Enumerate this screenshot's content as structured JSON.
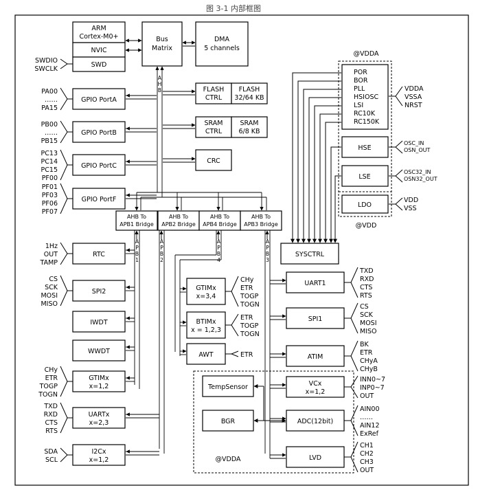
{
  "caption": "图 3-1    内部框图",
  "core": {
    "arm": [
      "ARM",
      "Cortex-M0+"
    ],
    "nvic": "NVIC",
    "swd": "SWD"
  },
  "swd_pins": [
    "SWDIO",
    "SWCLK"
  ],
  "bus_matrix": [
    "Bus",
    "Matrix"
  ],
  "dma": [
    "DMA",
    "5 channels"
  ],
  "ahb_label": [
    "A",
    "H",
    "B"
  ],
  "gpio": [
    {
      "label": "GPIO PortA",
      "pins": [
        "PA00",
        "……",
        "PA15"
      ]
    },
    {
      "label": "GPIO PortB",
      "pins": [
        "PB00",
        "……",
        "PB15"
      ]
    },
    {
      "label": "GPIO PortC",
      "pins": [
        "PC13",
        "PC14",
        "PC15",
        "PF00"
      ]
    },
    {
      "label": "GPIO PortF",
      "pins": [
        "PF01",
        "PF03",
        "PF06",
        "PF07"
      ]
    }
  ],
  "flash": {
    "ctrl": [
      "FLASH",
      "CTRL"
    ],
    "mem": [
      "FLASH",
      "32/64 KB"
    ]
  },
  "sram": {
    "ctrl": [
      "SRAM",
      "CTRL"
    ],
    "mem": [
      "SRAM",
      "6/8 KB"
    ]
  },
  "crc": "CRC",
  "bridges": [
    [
      "AHB To",
      "APB1 Bridge"
    ],
    [
      "AHB To",
      "APB2 Bridge"
    ],
    [
      "AHB To",
      "APB4 Bridge"
    ],
    [
      "AHB To",
      "APB3 Bridge"
    ]
  ],
  "vdda_top": "@VDDA",
  "power": {
    "items": [
      "POR",
      "BOR",
      "PLL",
      "HSIOSC",
      "LSI",
      "RC10K",
      "RC150K"
    ],
    "pins": [
      "VDDA",
      "VSSA",
      "NRST"
    ]
  },
  "hse": {
    "label": "HSE",
    "pins": [
      "OSC_IN",
      "OSN_OUT"
    ]
  },
  "lse": {
    "label": "LSE",
    "pins": [
      "OSC32_IN",
      "OSN32_OUT"
    ]
  },
  "ldo": {
    "label": "LDO",
    "pins": [
      "VDD",
      "VSS"
    ]
  },
  "vdd_label": "@VDD",
  "sysctrl": "SYSCTRL",
  "apb_labels": {
    "apb1": [
      "A",
      "P",
      "B",
      "1"
    ],
    "apb2": [
      "A",
      "P",
      "B",
      "2"
    ],
    "apb4": [
      "A",
      "P",
      "B",
      "4"
    ],
    "apb3": [
      "A",
      "P",
      "B",
      "3"
    ]
  },
  "left_periph": [
    {
      "label": [
        "RTC"
      ],
      "pins": [
        "1Hz",
        "OUT",
        "TAMP"
      ]
    },
    {
      "label": [
        "SPI2"
      ],
      "pins": [
        "CS",
        "SCK",
        "MOSI",
        "MISO"
      ]
    },
    {
      "label": [
        "IWDT"
      ],
      "pins": []
    },
    {
      "label": [
        "WWDT"
      ],
      "pins": []
    },
    {
      "label": [
        "GTIMx",
        "x=1,2"
      ],
      "pins": [
        "CHy",
        "ETR",
        "TOGP",
        "TOGN"
      ]
    },
    {
      "label": [
        "UARTx",
        "x=2,3"
      ],
      "pins": [
        "TXD",
        "RXD",
        "CTS",
        "RTS"
      ]
    },
    {
      "label": [
        "I2Cx",
        "x=1,2"
      ],
      "pins": [
        "SDA",
        "SCL"
      ]
    }
  ],
  "mid_periph": [
    {
      "label": [
        "GTIMx",
        "x=3,4"
      ],
      "pins": [
        "CHy",
        "ETR",
        "TOGP",
        "TOGN"
      ]
    },
    {
      "label": [
        "BTIMx",
        "x = 1,2,3"
      ],
      "pins": [
        "ETR",
        "TOGP",
        "TOGN"
      ]
    },
    {
      "label": [
        "AWT"
      ],
      "pins": [
        "ETR"
      ]
    }
  ],
  "right_periph": [
    {
      "label": [
        "UART1"
      ],
      "pins": [
        "TXD",
        "RXD",
        "CTS",
        "RTS"
      ]
    },
    {
      "label": [
        "SPI1"
      ],
      "pins": [
        "CS",
        "SCK",
        "MOSI",
        "MISO"
      ]
    },
    {
      "label": [
        "ATIM"
      ],
      "pins": [
        "BK",
        "ETR",
        "CHyA",
        "CHyB"
      ]
    },
    {
      "label": [
        "VCx",
        "x=1,2"
      ],
      "pins": [
        "INN0~7",
        "INP0~7",
        "OUT"
      ]
    },
    {
      "label": [
        "ADC(12bit)"
      ],
      "pins": [
        "AIN00",
        "……",
        "AIN12",
        "ExRef"
      ]
    },
    {
      "label": [
        "LVD"
      ],
      "pins": [
        "CH1",
        "CH2",
        "CH3",
        "OUT"
      ]
    }
  ],
  "analog": {
    "temp": "TempSensor",
    "bgr": "BGR",
    "vdda": "@VDDA"
  }
}
